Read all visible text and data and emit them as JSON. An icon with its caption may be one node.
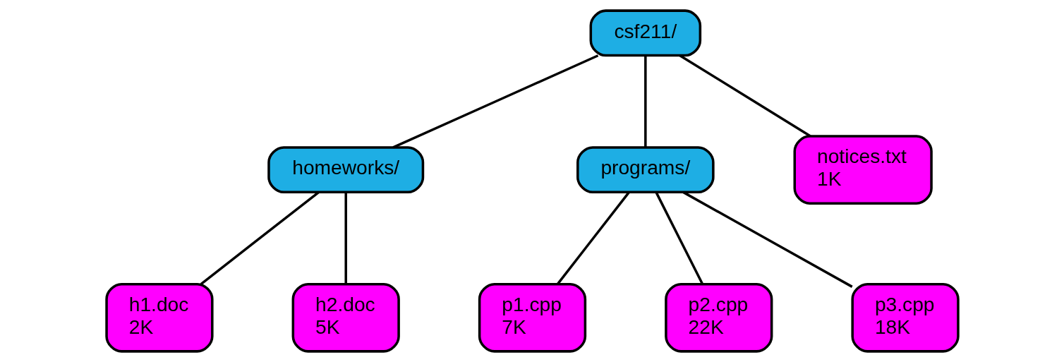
{
  "diagram": {
    "nodes": [
      {
        "text": [
          "csf211/"
        ]
      },
      {
        "text": [
          "homeworks/"
        ]
      },
      {
        "text": [
          "programs/"
        ]
      },
      {
        "text": [
          "notices.txt",
          "1K"
        ]
      },
      {
        "text": [
          "h1.doc",
          "2K"
        ]
      },
      {
        "text": [
          "h2.doc",
          "5K"
        ]
      },
      {
        "text": [
          "p1.cpp",
          "7K"
        ]
      },
      {
        "text": [
          "p2.cpp",
          "22K"
        ]
      },
      {
        "text": [
          "p3.cpp",
          "18K"
        ]
      }
    ],
    "edges": [
      {
        "from": 0,
        "to": 1,
        "arrow": "none"
      },
      {
        "from": 0,
        "to": 2,
        "arrow": "none"
      },
      {
        "from": 0,
        "to": 3,
        "arrow": "none"
      },
      {
        "from": 1,
        "to": 4,
        "arrow": "none"
      },
      {
        "from": 1,
        "to": 5,
        "arrow": "none"
      },
      {
        "from": 2,
        "to": 6,
        "arrow": "none"
      },
      {
        "from": 2,
        "to": 7,
        "arrow": "none"
      },
      {
        "from": 2,
        "to": 8,
        "arrow": "none"
      }
    ]
  }
}
